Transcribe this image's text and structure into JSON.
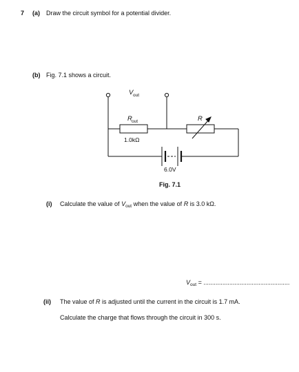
{
  "question": {
    "number": "7",
    "part_a": {
      "label": "(a)",
      "text": "Draw the circuit symbol for a potential divider."
    },
    "part_b": {
      "label": "(b)",
      "text": "Fig. 7.1 shows a circuit."
    }
  },
  "circuit": {
    "vout_symbol": "V",
    "vout_sub": "out",
    "r_out_symbol": "R",
    "r_out_sub": "out",
    "r_out_value": "1.0kΩ",
    "r_symbol": "R",
    "battery_emf": "6.0V"
  },
  "figure_caption": "Fig. 7.1",
  "part_i": {
    "label": "(i)",
    "text_before": "Calculate the value of ",
    "var": "V",
    "var_sub": "out",
    "text_middle": " when the value of ",
    "var2": "R",
    "text_after": " is 3.0 kΩ."
  },
  "answer_line": {
    "var": "V",
    "var_sub": "out",
    "equals": "=",
    "dots": ".................................................."
  },
  "part_ii": {
    "label": "(ii)",
    "line1_before": "The value of ",
    "line1_var": "R",
    "line1_after": " is adjusted until the current in the circuit is 1.7 mA.",
    "line2": "Calculate the charge that flows through the circuit in 300 s."
  }
}
